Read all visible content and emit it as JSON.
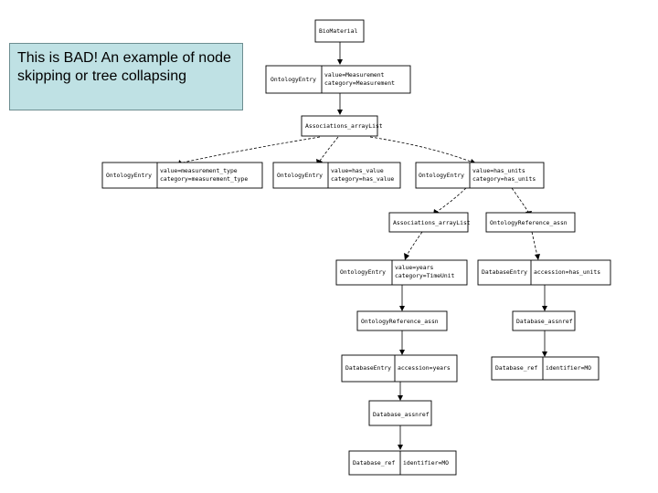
{
  "callout": {
    "text": "This is BAD! An example of node skipping or tree collapsing"
  },
  "nodes": {
    "bio_material": "BioMaterial",
    "ontology_entry_measurement": {
      "name": "OntologyEntry",
      "value": "value=Measurement",
      "category": "category=Measurement"
    },
    "associations_arraylist_1": "Associations_arrayList",
    "ontology_entry_type": {
      "name": "OntologyEntry",
      "value": "value=measurement_type",
      "category": "category=measurement_type"
    },
    "ontology_entry_value": {
      "name": "OntologyEntry",
      "value": "value=has_value",
      "category": "category=has_value"
    },
    "ontology_entry_units": {
      "name": "OntologyEntry",
      "value": "value=has_units",
      "category": "category=has_units"
    },
    "associations_arraylist_2": "Associations_arrayList",
    "ontology_reference_assn_1": "OntologyReference_assn",
    "ontology_entry_years": {
      "name": "OntologyEntry",
      "value": "value=years",
      "category": "category=TimeUnit"
    },
    "database_entry_units": {
      "name": "DatabaseEntry",
      "accession": "accession=has_units"
    },
    "ontology_reference_assn_2": "OntologyReference_assn",
    "database_assnref_1": "Database_assnref",
    "database_entry_years": {
      "name": "DatabaseEntry",
      "accession": "accession=years"
    },
    "database_ref_1": {
      "name": "Database_ref",
      "identifier": "identifier=MO"
    },
    "database_assnref_2": "Database_assnref",
    "database_ref_2": {
      "name": "Database_ref",
      "identifier": "identifier=MO"
    }
  }
}
